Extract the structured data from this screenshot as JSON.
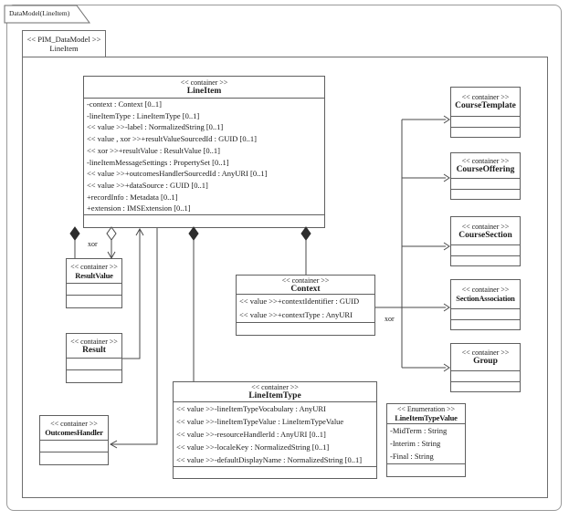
{
  "tab": {
    "title": "DataModel(LineItem)"
  },
  "package": {
    "stereotype": "<< PIM_DataModel >>",
    "name": "LineItem"
  },
  "labels": {
    "xor_left": "xor",
    "xor_right": "xor"
  },
  "colors": {
    "background": "#ffffff",
    "box_border": "#5f5f5f",
    "connector": "#4a4a4a",
    "text": "#1a1a1a",
    "frame": "#9a9a9a"
  },
  "classes": {
    "lineItem": {
      "stereotype": "<< container >>",
      "name": "LineItem",
      "attributes": [
        "-context : Context [0..1]",
        "-lineItemType : LineItemType [0..1]",
        "<< value >>-label : NormalizedString [0..1]",
        "<< value , xor >>+resultValueSourcedId : GUID [0..1]",
        "<< xor >>+resultValue : ResultValue [0..1]",
        "-lineItemMessageSettings : PropertySet [0..1]",
        "<< value >>+outcomesHandlerSourcedId : AnyURI [0..1]",
        "<< value >>+dataSource : GUID [0..1]",
        "+recordInfo : Metadata [0..1]",
        "+extension : IMSExtension [0..1]"
      ]
    },
    "courseTemplate": {
      "stereotype": "<< container >>",
      "name": "CourseTemplate",
      "attributes": []
    },
    "courseOffering": {
      "stereotype": "<< container >>",
      "name": "CourseOffering",
      "attributes": []
    },
    "courseSection": {
      "stereotype": "<< container >>",
      "name": "CourseSection",
      "attributes": []
    },
    "sectionAssociation": {
      "stereotype": "<< container >>",
      "name": "SectionAssociation",
      "attributes": []
    },
    "group": {
      "stereotype": "<< container >>",
      "name": "Group",
      "attributes": []
    },
    "resultValue": {
      "stereotype": "<< container >>",
      "name": "ResultValue",
      "attributes": []
    },
    "result": {
      "stereotype": "<< container >>",
      "name": "Result",
      "attributes": []
    },
    "outcomesHandler": {
      "stereotype": "<< container >>",
      "name": "OutcomesHandler",
      "attributes": []
    },
    "context": {
      "stereotype": "<< container >>",
      "name": "Context",
      "attributes": [
        "<< value >>+contextIdentifier : GUID",
        "<< value >>+contextType : AnyURI"
      ]
    },
    "lineItemType": {
      "stereotype": "<< container >>",
      "name": "LineItemType",
      "attributes": [
        "<< value >>-lineItemTypeVocabulary : AnyURI",
        "<< value >>-lineItemTypeValue : LineItemTypeValue",
        "<< value >>-resourceHandlerId : AnyURI [0..1]",
        "<< value >>-localeKey : NormalizedString [0..1]",
        "<< value >>-defaultDisplayName : NormalizedString [0..1]"
      ]
    },
    "lineItemTypeValue": {
      "stereotype": "<< Enumeration >>",
      "name": "LineItemTypeValue",
      "attributes": [
        "-MidTerm : String",
        "-Interim : String",
        "-Final : String"
      ]
    }
  }
}
